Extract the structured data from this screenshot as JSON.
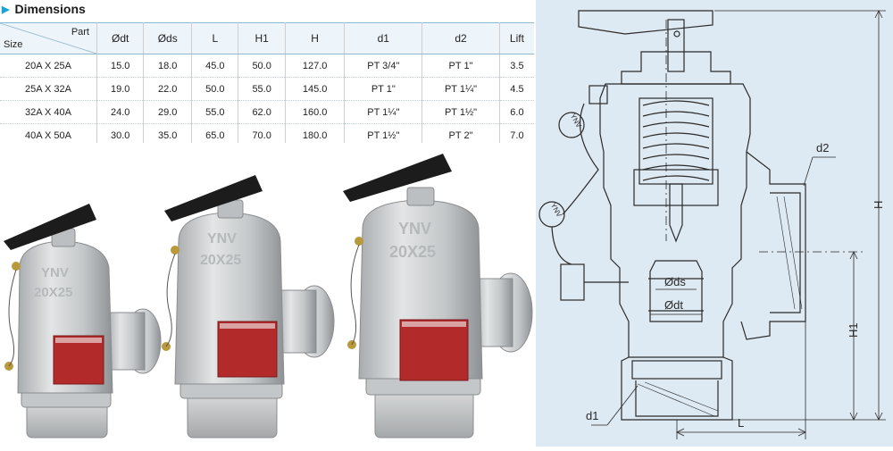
{
  "heading": {
    "title": "Dimensions"
  },
  "table": {
    "corner_top": "Part",
    "corner_bottom": "Size",
    "columns": [
      "Ødt",
      "Øds",
      "L",
      "H1",
      "H",
      "d1",
      "d2",
      "Lift"
    ],
    "rows": [
      {
        "size": "20A X 25A",
        "cells": [
          "15.0",
          "18.0",
          "45.0",
          "50.0",
          "127.0",
          "PT 3/4\"",
          "PT 1\"",
          "3.5"
        ]
      },
      {
        "size": "25A X 32A",
        "cells": [
          "19.0",
          "22.0",
          "50.0",
          "55.0",
          "145.0",
          "PT 1\"",
          "PT 1¼\"",
          "4.5"
        ]
      },
      {
        "size": "32A X 40A",
        "cells": [
          "24.0",
          "29.0",
          "55.0",
          "62.0",
          "160.0",
          "PT 1¼\"",
          "PT 1½\"",
          "6.0"
        ]
      },
      {
        "size": "40A X 50A",
        "cells": [
          "30.0",
          "35.0",
          "65.0",
          "70.0",
          "180.0",
          "PT 1½\"",
          "PT 2\"",
          "7.0"
        ]
      }
    ]
  },
  "valves": [
    {
      "emboss_top": "YNV",
      "emboss_bottom": "20X25"
    },
    {
      "emboss_top": "YNV",
      "emboss_bottom": "20X25"
    },
    {
      "emboss_top": "YNV",
      "emboss_bottom": "20X25"
    }
  ],
  "drawing": {
    "labels": {
      "d2": "d2",
      "H": "H",
      "H1": "H1",
      "ds": "Øds",
      "dt": "Ødt",
      "d1": "d1",
      "L": "L",
      "seal1": "YNV",
      "seal2": "YNV"
    }
  }
}
